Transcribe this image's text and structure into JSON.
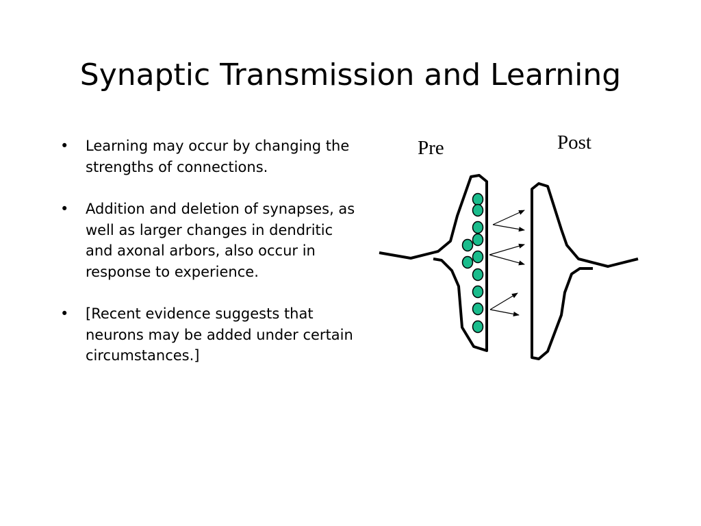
{
  "slide": {
    "title": "Synaptic Transmission and Learning",
    "bullets": [
      "Learning may occur by changing the strengths of connections.",
      "Addition and deletion of synapses, as well as larger changes in dendritic and axonal arbors, also occur in response to experience.",
      "[Recent evidence suggests that neurons may be added under certain circumstances.]"
    ],
    "bullet_glyph": "•"
  },
  "diagram": {
    "labels": {
      "pre": "Pre",
      "post": "Post"
    },
    "colors": {
      "vesicle_fill": "#1abc8c",
      "stroke": "#000000"
    }
  }
}
